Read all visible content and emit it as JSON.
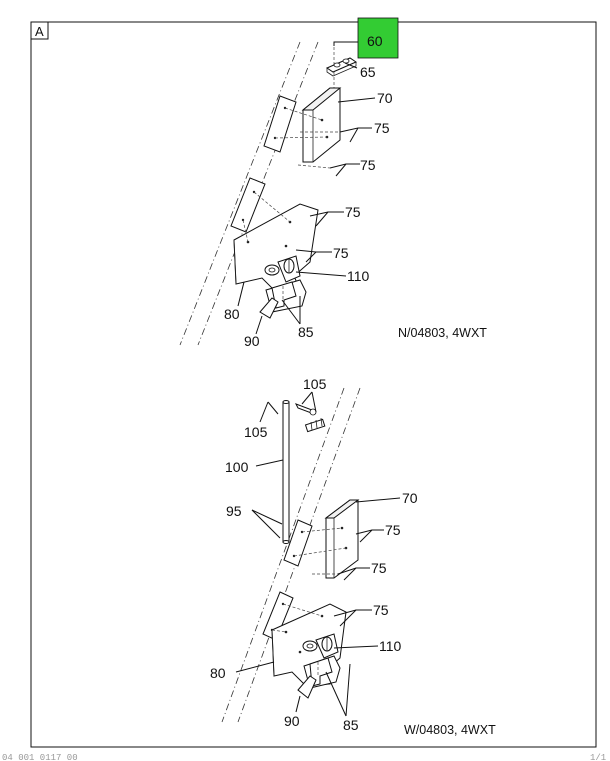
{
  "frame_letter": "A",
  "highlight_color": "#33cc33",
  "callouts": {
    "top_60": "60",
    "top_65": "65",
    "top_70": "70",
    "top_75a": "75",
    "top_75b": "75",
    "top_75c": "75",
    "top_75d": "75",
    "top_110": "110",
    "top_80": "80",
    "top_85": "85",
    "top_90": "90",
    "bot_105a": "105",
    "bot_105b": "105",
    "bot_100": "100",
    "bot_70": "70",
    "bot_95": "95",
    "bot_75a": "75",
    "bot_75b": "75",
    "bot_75c": "75",
    "bot_110": "110",
    "bot_80": "80",
    "bot_90": "90",
    "bot_85": "85"
  },
  "captions": {
    "top": "N/04803, 4WXT",
    "bottom": "W/04803, 4WXT"
  },
  "footer": {
    "left": "04 001 0117 00",
    "right": "1/1"
  }
}
